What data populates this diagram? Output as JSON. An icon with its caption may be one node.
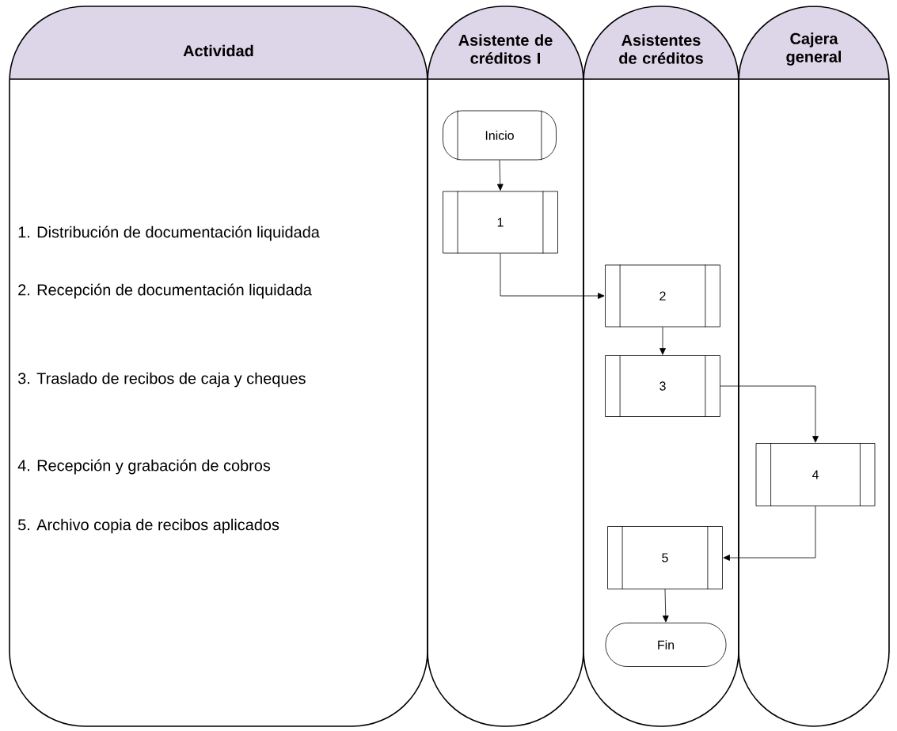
{
  "diagram": {
    "nodes": [
      {
        "text": [
          "Actividad"
        ]
      },
      {
        "text": [
          "Asistente de créditos I"
        ]
      },
      {
        "text": [
          "Asistentes de créditos"
        ]
      },
      {
        "text": [
          "Cajera general"
        ]
      },
      {
        "text": [
          "Inicio"
        ],
        "in": 1
      },
      {
        "text": [
          "1"
        ],
        "in": 1
      },
      {
        "text": [
          "2"
        ],
        "in": 2
      },
      {
        "text": [
          "3"
        ],
        "in": 2
      },
      {
        "text": [
          "4"
        ],
        "in": 3
      },
      {
        "text": [
          "5"
        ],
        "in": 2
      },
      {
        "text": [
          "Fin"
        ],
        "in": 2
      }
    ],
    "edges": [
      {
        "from": 4,
        "to": 5,
        "arrow": "to"
      },
      {
        "from": 5,
        "to": 6,
        "arrow": "to"
      },
      {
        "from": 6,
        "to": 7,
        "arrow": "to"
      },
      {
        "from": 7,
        "to": 8,
        "arrow": "to"
      },
      {
        "from": 8,
        "to": 9,
        "arrow": "to"
      },
      {
        "from": 9,
        "to": 10,
        "arrow": "to"
      }
    ],
    "labels": [
      "1. Distribución de documentación liquidada",
      "2.  Recepción de documentación liquidada",
      "3. Traslado de recibos de caja y cheques",
      "4.  Recepción y grabación de cobros",
      "5. Archivo copia de recibos aplicados"
    ]
  }
}
